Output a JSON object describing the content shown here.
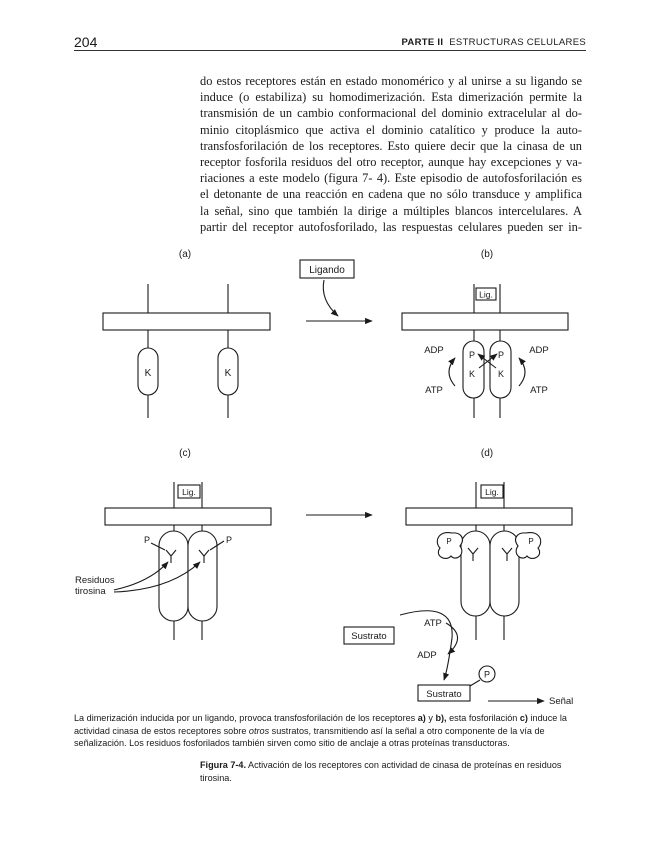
{
  "header": {
    "page_number": "204",
    "part": "PARTE II",
    "section": "ESTRUCTURAS CELULARES"
  },
  "body_lines": [
    "do estos receptores están en estado monomérico y al unirse a su ligando se",
    "induce (o estabiliza) su homodimerización. Esta dimerización permite la",
    "transmisión de un cambio conformacional del dominio extracelular al do-",
    "minio citoplásmico que activa el dominio catalítico y produce la auto-",
    "transfosforilación de los receptores. Esto quiere decir que la cinasa de un",
    "receptor fosforila residuos del otro receptor, aunque hay excepciones y va-",
    "riaciones a este modelo (figura 7- 4). Este episodio de autofosforilación es",
    "el detonante de una reacción en cadena que no sólo transduce y amplifica",
    "la señal, sino que también la dirige a múltiples blancos intercelulares. A",
    "partir del receptor autofosforilado, las respuestas celulares pueden ser in-"
  ],
  "figure": {
    "panel_a": "(a)",
    "panel_b": "(b)",
    "panel_c": "(c)",
    "panel_d": "(d)",
    "ligando": "Ligando",
    "lig": "Lig.",
    "kinase": "K",
    "phosphate": "P",
    "adp": "ADP",
    "atp": "ATP",
    "residuos": "Residuos",
    "tirosina": "tirosina",
    "sustrato": "Sustrato",
    "senal": "Señal"
  },
  "caption": {
    "t1": "La dimerización inducida por un ligando, provoca transfosforilación de los receptores ",
    "b1": "a)",
    "t2": " y ",
    "b2": "b),",
    "t3": " esta fosforilación ",
    "b3": "c)",
    "t4": " induce la actividad cinasa de estos receptores sobre ",
    "i1": "otros",
    "t5": " sustratos, transmitiendo así la señal a otro componente de la vía de señalización. Los residuos fosforilados también sirven como sitio de anclaje a otras proteínas transductoras."
  },
  "figure_title": {
    "label": "Figura 7-4.",
    "text": " Activación de los receptores con actividad de cinasa de proteínas en residuos tirosina."
  }
}
